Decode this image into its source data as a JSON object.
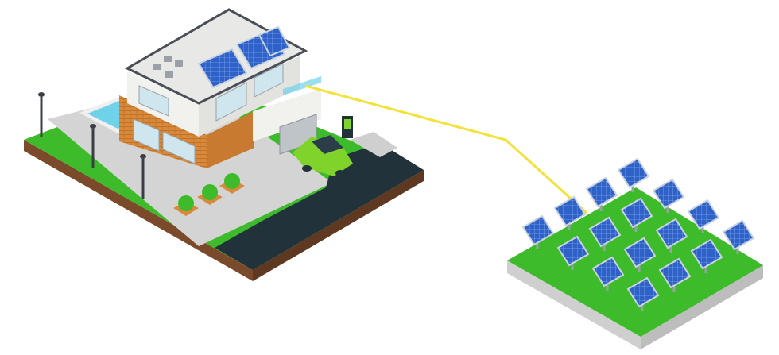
{
  "scene": {
    "house": {
      "roof_panels": 3,
      "shrubs": 3,
      "lamp_posts": 3,
      "has_pool": true,
      "has_charging_station": true,
      "has_electric_car": true,
      "has_garage": true
    },
    "solar_farm": {
      "panel_rows": 4,
      "panels_per_row": 4
    },
    "cable": {
      "from": "house",
      "to": "solar_farm"
    }
  },
  "colors": {
    "background": "#ffffff",
    "grass": "#3dbb2a",
    "grass_dark": "#2f9a1f",
    "soil": "#7a4a2a",
    "pavement": "#d4d4d4",
    "road": "#22323a",
    "brick": "#d9893a",
    "brick_dark": "#b56a24",
    "wall": "#f1f1ee",
    "roof": "#e8e8e6",
    "roof_edge": "#4a4f57",
    "glass": "#cfe6ef",
    "pool": "#6fd2e8",
    "solar_panel": "#2f62c9",
    "solar_frame": "#c9d3e0",
    "car": "#7fd32a",
    "cable": "#f2e23a",
    "farm_side": "#cfcfcf"
  }
}
